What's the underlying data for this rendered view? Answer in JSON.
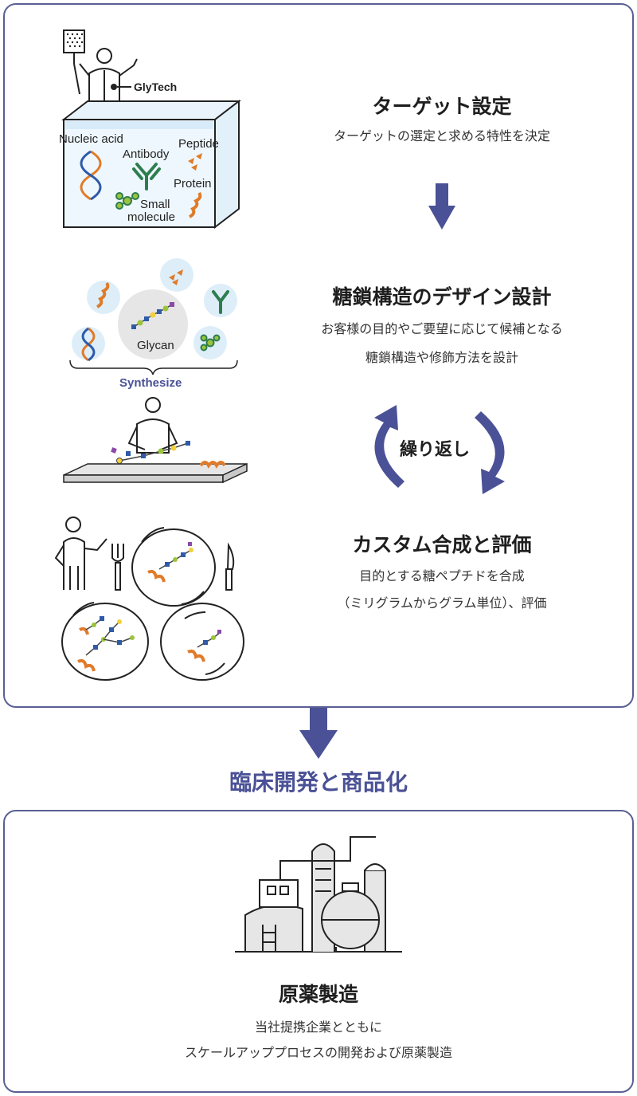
{
  "steps": [
    {
      "title": "ターゲット設定",
      "desc": [
        "ターゲットの選定と求める特性を決定"
      ]
    },
    {
      "title": "糖鎖構造のデザイン設計",
      "desc": [
        "お客様の目的やご要望に応じて候補となる",
        "糖鎖構造や修飾方法を設計"
      ]
    },
    {
      "title": "カスタム合成と評価",
      "desc": [
        "目的とする糖ペプチドを合成",
        "（ミリグラムからグラム単位）、評価"
      ]
    }
  ],
  "repeat_label": "繰り返し",
  "mid_title": "臨床開発と商品化",
  "final": {
    "title": "原薬製造",
    "desc": [
      "当社提携企業とともに",
      "スケールアッププロセスの開発および原薬製造"
    ]
  },
  "illustration": {
    "company": "GlyTech",
    "molecules": [
      "Nucleic acid",
      "Antibody",
      "Peptide",
      "Protein",
      "Small",
      "molecule"
    ],
    "glycan": "Glycan",
    "synthesize": "Synthesize"
  },
  "colors": {
    "accent": "#4a5196",
    "orange": "#e07b2a",
    "green": "#2e7d4f",
    "blue": "#2e5aa8",
    "bubble": "#ddeef9"
  }
}
